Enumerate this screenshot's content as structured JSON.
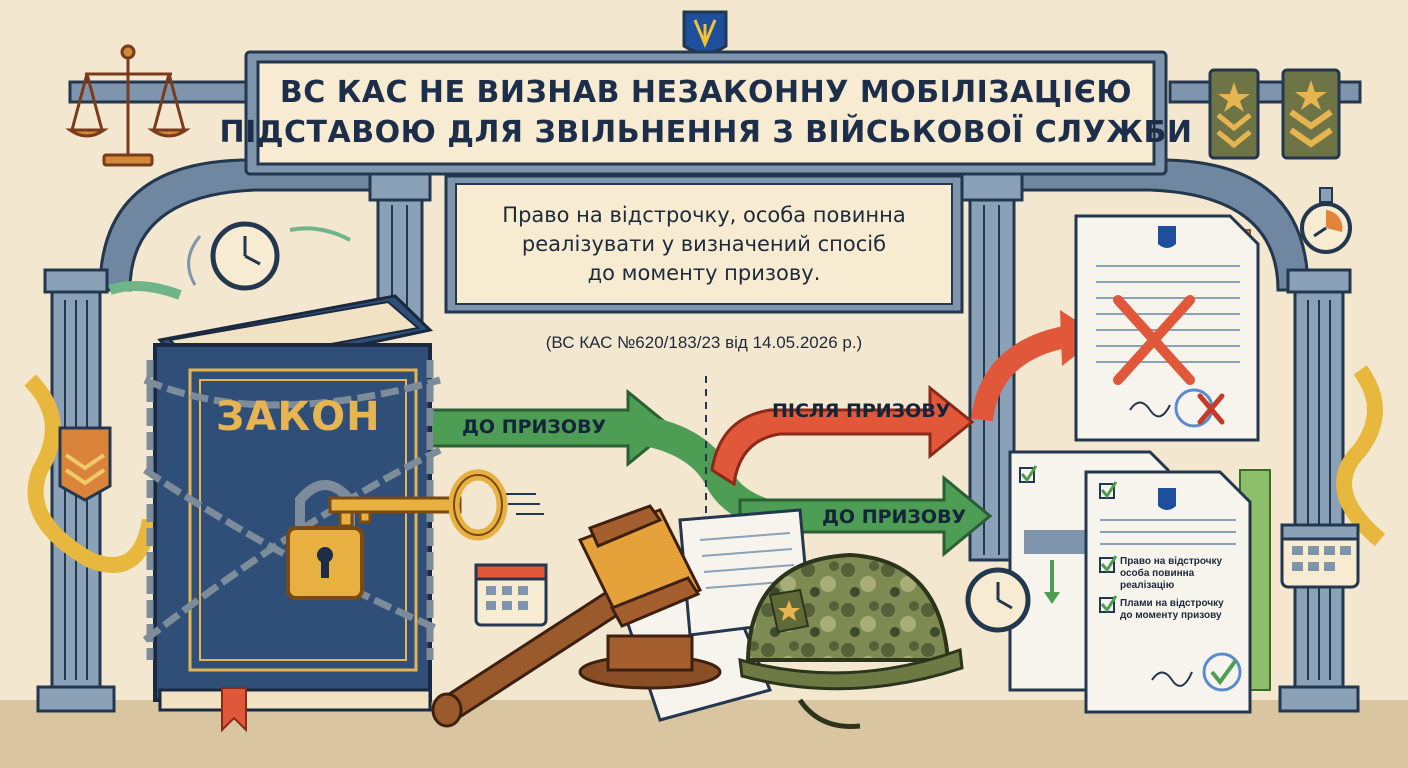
{
  "title": {
    "line1": "ВС КАС НЕ ВИЗНАВ НЕЗАКОННУ МОБІЛІЗАЦІЄЮ",
    "line2": "ПІДСТАВОЮ ДЛЯ ЗВІЛЬНЕННЯ З ВІЙСЬКОВОЇ СЛУЖБИ"
  },
  "subtitle": {
    "line1": "Право на відстрочку, особа повинна",
    "line2": "реалізувати у визначений спосіб",
    "line3": "до моменту призову."
  },
  "citation": "(ВС КАС №620/183/23 від 14.05.2026 р.)",
  "book": {
    "title": "ЗАКОН"
  },
  "arrows": {
    "before_draft_top": "ДО ПРИЗОВУ",
    "after_draft": "ПІСЛЯ ПРИЗОВУ",
    "before_draft_bottom": "ДО ПРИЗОВУ"
  },
  "document_checklist": {
    "item1": [
      "Право на відстрочку",
      "особа повинна",
      "реалізацію"
    ],
    "item2": [
      "Плами на відстрочку",
      "до моменту призову"
    ]
  },
  "colors": {
    "background": "#f3e7cf",
    "navy": "#1d2e4a",
    "green_arrow": "#4e9d55",
    "red_arrow": "#e0573a",
    "gold": "#e6b450"
  },
  "icons": [
    "coat-of-arms-icon",
    "scales-icon",
    "rank-insignia-icon",
    "clock-icon",
    "stopwatch-icon",
    "calendar-icon",
    "padlock-icon",
    "key-icon",
    "gavel-icon",
    "helmet-icon",
    "checkbox-icon",
    "cross-icon",
    "signature-icon"
  ]
}
